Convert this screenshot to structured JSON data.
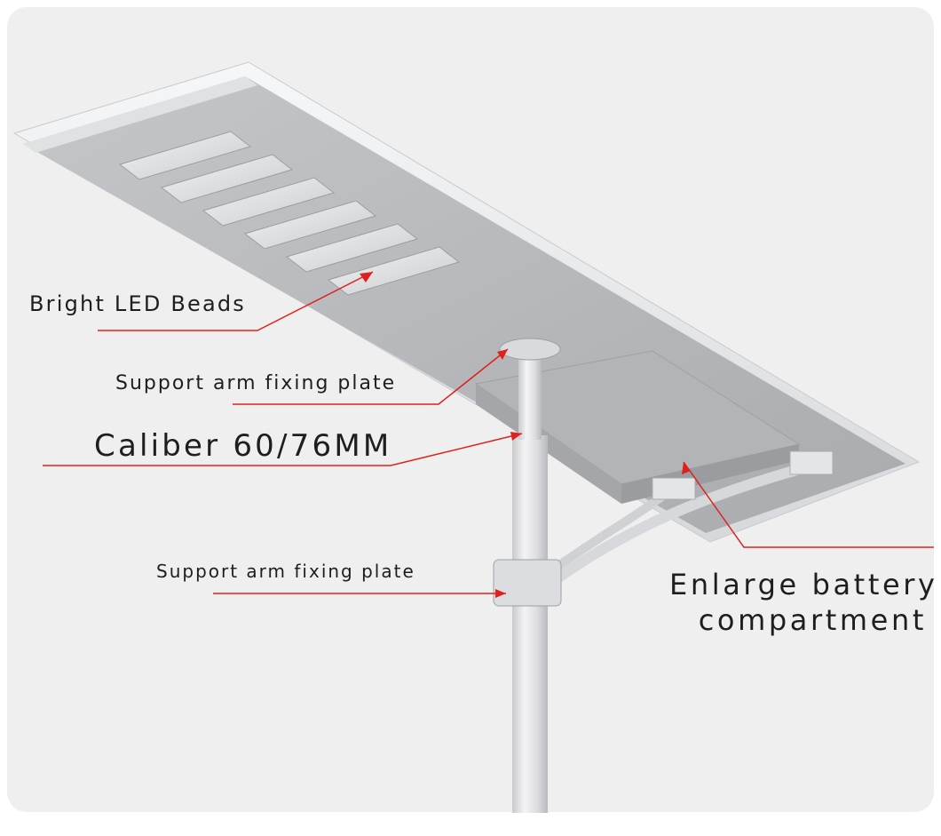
{
  "labels": {
    "led_beads": "Bright LED Beads",
    "support_plate_top": "Support arm fixing plate",
    "caliber": "Caliber 60/76MM",
    "support_plate_bottom": "Support arm fixing plate",
    "battery_line1": "Enlarge battery",
    "battery_line2": "compartment"
  },
  "colors": {
    "background": "#efefef",
    "lamp_body": "#b7b9bc",
    "pole": "#e2e3e5",
    "callout_line": "#e0201c",
    "text": "#1e1e1e"
  }
}
